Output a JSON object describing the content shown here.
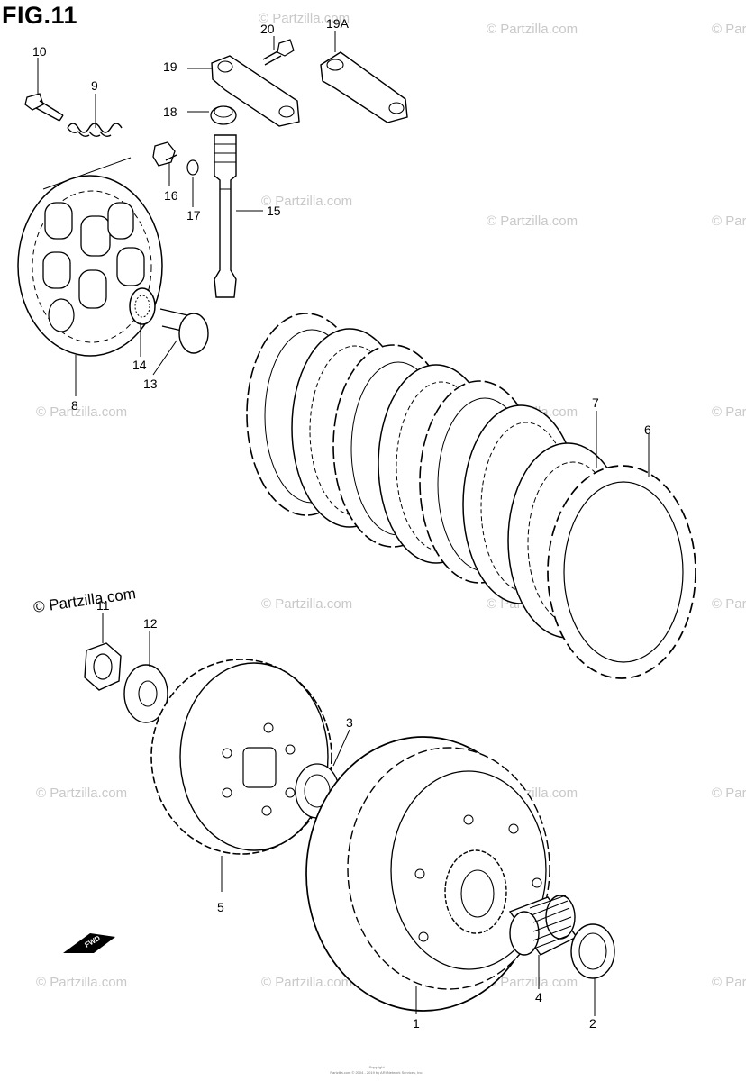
{
  "figure": {
    "title": "FIG.11"
  },
  "watermark": {
    "main": "© Partzilla.com",
    "faint": "© Partzilla.com"
  },
  "fwd_label": "FWD",
  "footer": {
    "line1": "Copyright",
    "line2": "Partzilla.com © 2004 - 2019 by ARI Network Services, Inc."
  },
  "callouts": [
    "1",
    "2",
    "3",
    "4",
    "5",
    "6",
    "7",
    "8",
    "9",
    "10",
    "11",
    "12",
    "13",
    "14",
    "15",
    "16",
    "17",
    "18",
    "19",
    "19A",
    "20"
  ]
}
